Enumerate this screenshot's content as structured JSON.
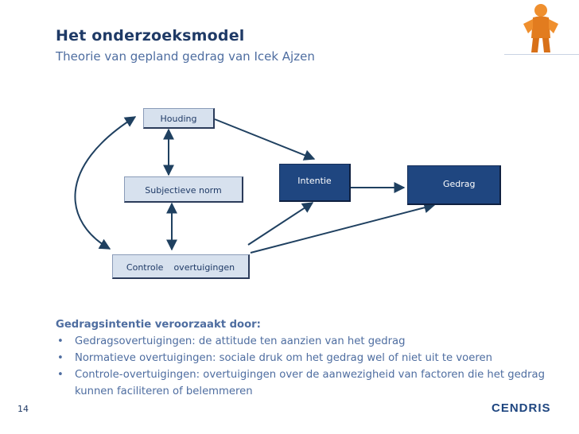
{
  "title": "Het onderzoeksmodel",
  "subtitle": "Theorie van gepland gedrag van Icek Ajzen",
  "nodes": {
    "houding": "Houding",
    "subjectieve_norm": "Subjectieve norm",
    "controle_word1": "Controle",
    "controle_word2": "overtuigingen",
    "intentie": "Intentie",
    "gedrag": "Gedrag"
  },
  "text": {
    "heading": "Gedragsintentie veroorzaakt door:",
    "bullets": [
      "Gedragsovertuigingen: de attitude ten aanzien van het gedrag",
      "Normatieve overtuigingen: sociale druk om het gedrag wel of niet uit te voeren",
      "Controle-overtuigingen: overtuigingen over de aanwezigheid van factoren die het gedrag kunnen faciliteren of belemmeren"
    ]
  },
  "footer": {
    "page_number": "14",
    "logo": "CENDRIS"
  },
  "colors": {
    "title": "#1f3a66",
    "subtitle": "#4e6da0",
    "node_light": "#d7e1ee",
    "node_dark": "#1f4680",
    "arrow": "#1f4060",
    "mascot": "#e8862a"
  }
}
